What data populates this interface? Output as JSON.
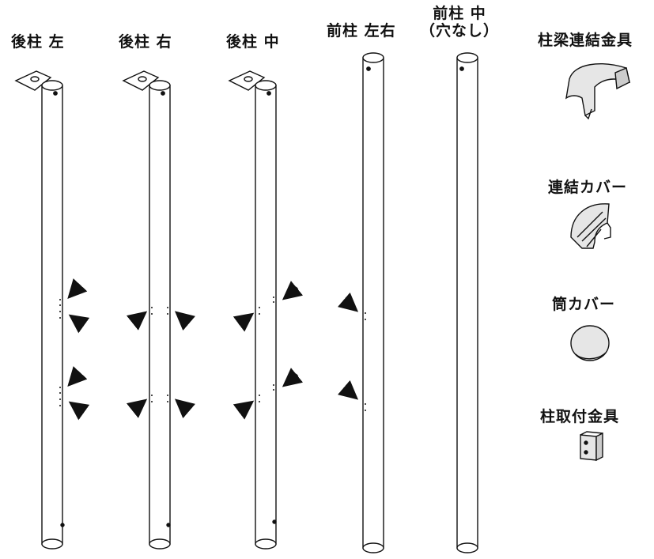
{
  "posts": {
    "rear_left": "後柱 左",
    "rear_right": "後柱 右",
    "rear_center": "後柱 中",
    "front_lr": "前柱 左右",
    "front_center_line1": "前柱 中",
    "front_center_line2": "（穴なし）"
  },
  "parts": {
    "beam_connector": "柱梁連結金具",
    "joint_cover": "連結カバー",
    "tube_cover": "筒カバー",
    "post_bracket": "柱取付金具"
  },
  "colors": {
    "line": "#111111",
    "fill": "#ffffff",
    "part_fill": "#e6e6e6"
  }
}
